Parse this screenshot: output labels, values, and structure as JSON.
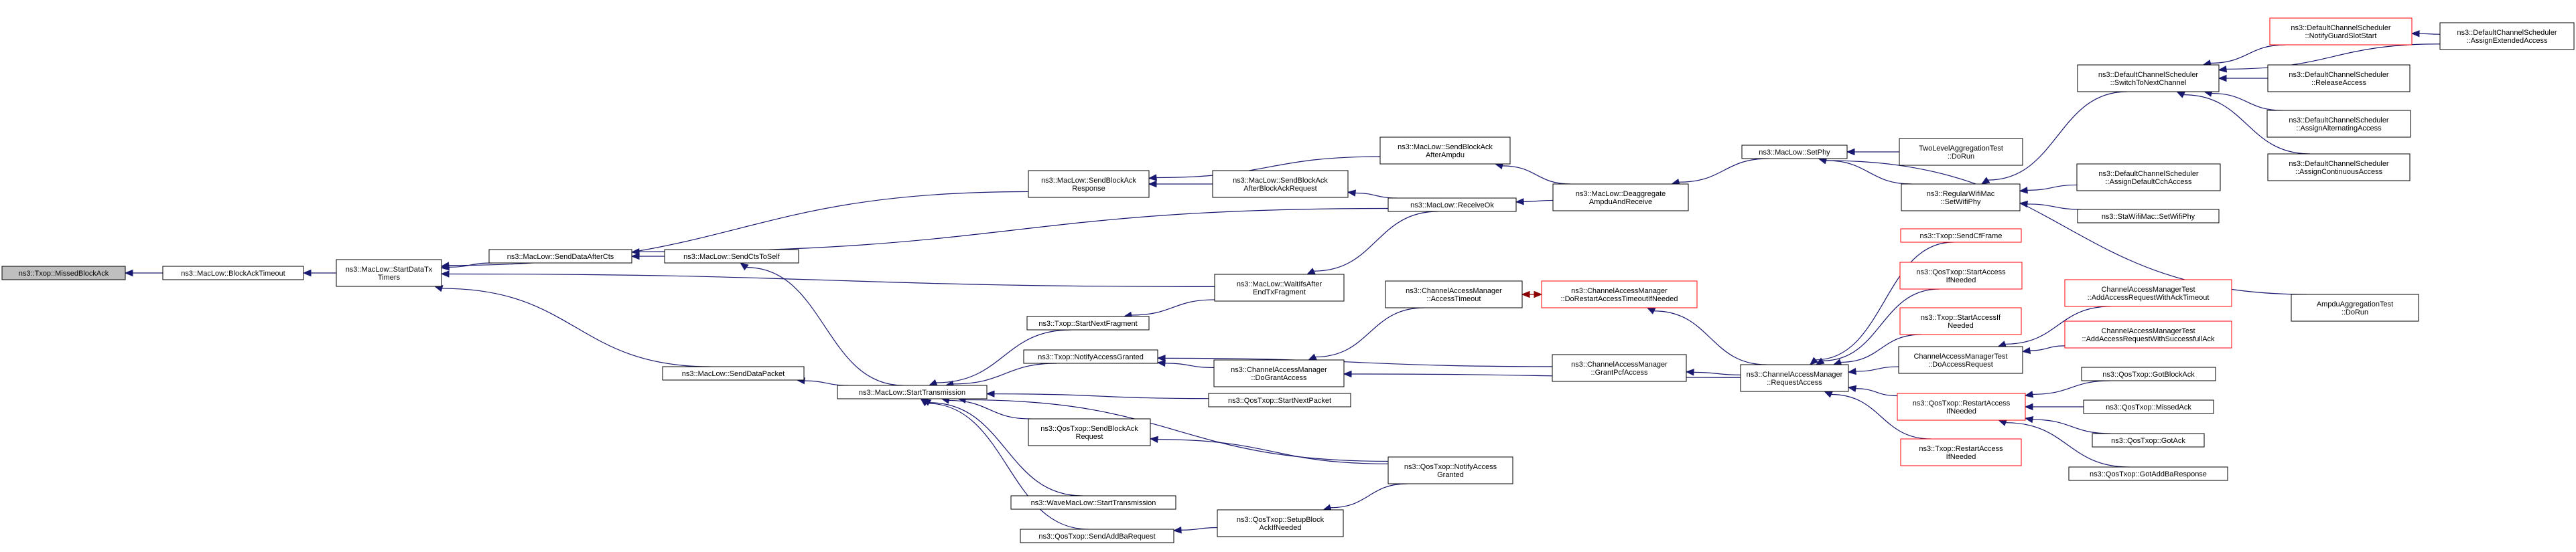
{
  "graph": {
    "colors": {
      "normal_border": "#000000",
      "missing_border": "#ff0000",
      "root_fill": "#bfbfbf",
      "node_fill": "#ffffff",
      "edge": "#191970",
      "edge_special": "#8b0000"
    },
    "nodes": [
      {
        "id": "n0",
        "lines": [
          "ns3::Txop::MissedBlockAck"
        ],
        "style": "root"
      },
      {
        "id": "n1",
        "lines": [
          "ns3::MacLow::BlockAckTimeout"
        ],
        "style": "normal"
      },
      {
        "id": "n2",
        "lines": [
          "ns3::MacLow::StartDataTx",
          "Timers"
        ],
        "style": "normal"
      },
      {
        "id": "n3",
        "lines": [
          "ns3::MacLow::SendBlockAck",
          "Response"
        ],
        "style": "normal"
      },
      {
        "id": "n4",
        "lines": [
          "ns3::MacLow::SendDataAfterCts"
        ],
        "style": "normal"
      },
      {
        "id": "n5",
        "lines": [
          "ns3::MacLow::SendCtsToSelf"
        ],
        "style": "normal"
      },
      {
        "id": "n6",
        "lines": [
          "ns3::MacLow::SendDataPacket"
        ],
        "style": "normal"
      },
      {
        "id": "n7",
        "lines": [
          "ns3::MacLow::StartTransmission"
        ],
        "style": "normal"
      },
      {
        "id": "n8",
        "lines": [
          "ns3::Txop::StartNextFragment"
        ],
        "style": "normal"
      },
      {
        "id": "n9",
        "lines": [
          "ns3::Txop::NotifyAccessGranted"
        ],
        "style": "normal"
      },
      {
        "id": "n10",
        "lines": [
          "ns3::QosTxop::SendBlockAck",
          "Request"
        ],
        "style": "normal"
      },
      {
        "id": "n11",
        "lines": [
          "ns3::WaveMacLow::StartTransmission"
        ],
        "style": "normal"
      },
      {
        "id": "n12",
        "lines": [
          "ns3::QosTxop::SendAddBaRequest"
        ],
        "style": "normal"
      },
      {
        "id": "n13",
        "lines": [
          "ns3::MacLow::SendBlockAck",
          "AfterBlockAckRequest"
        ],
        "style": "normal"
      },
      {
        "id": "n14",
        "lines": [
          "ns3::MacLow::SendBlockAck",
          "AfterAmpdu"
        ],
        "style": "normal"
      },
      {
        "id": "n15",
        "lines": [
          "ns3::MacLow::ReceiveOk"
        ],
        "style": "normal"
      },
      {
        "id": "n16",
        "lines": [
          "ns3::MacLow::WaitIfsAfter",
          "EndTxFragment"
        ],
        "style": "normal"
      },
      {
        "id": "n17",
        "lines": [
          "ns3::ChannelAccessManager",
          "::DoGrantAccess"
        ],
        "style": "normal"
      },
      {
        "id": "n18",
        "lines": [
          "ns3::QosTxop::StartNextPacket"
        ],
        "style": "normal"
      },
      {
        "id": "n19",
        "lines": [
          "ns3::QosTxop::NotifyAccess",
          "Granted"
        ],
        "style": "normal"
      },
      {
        "id": "n20",
        "lines": [
          "ns3::QosTxop::SetupBlock",
          "AckIfNeeded"
        ],
        "style": "normal"
      },
      {
        "id": "n21",
        "lines": [
          "ns3::MacLow::Deaggregate",
          "AmpduAndReceive"
        ],
        "style": "normal"
      },
      {
        "id": "n22",
        "lines": [
          "ns3::ChannelAccessManager",
          "::AccessTimeout"
        ],
        "style": "normal"
      },
      {
        "id": "n23",
        "lines": [
          "ns3::ChannelAccessManager",
          "::DoRestartAccessTimeoutIfNeeded"
        ],
        "style": "missing"
      },
      {
        "id": "n24",
        "lines": [
          "ns3::ChannelAccessManager",
          "::GrantPcfAccess"
        ],
        "style": "normal"
      },
      {
        "id": "n25",
        "lines": [
          "ns3::MacLow::SetPhy"
        ],
        "style": "normal"
      },
      {
        "id": "n26",
        "lines": [
          "ns3::ChannelAccessManager",
          "::RequestAccess"
        ],
        "style": "normal"
      },
      {
        "id": "n27",
        "lines": [
          "TwoLevelAggregationTest",
          "::DoRun"
        ],
        "style": "normal"
      },
      {
        "id": "n28",
        "lines": [
          "ns3::RegularWifiMac",
          "::SetWifiPhy"
        ],
        "style": "normal"
      },
      {
        "id": "n29",
        "lines": [
          "ns3::Txop::SendCfFrame"
        ],
        "style": "missing"
      },
      {
        "id": "n30",
        "lines": [
          "ns3::QosTxop::StartAccess",
          "IfNeeded"
        ],
        "style": "missing"
      },
      {
        "id": "n31",
        "lines": [
          "ns3::Txop::StartAccessIf",
          "Needed"
        ],
        "style": "missing"
      },
      {
        "id": "n32",
        "lines": [
          "ChannelAccessManagerTest",
          "::DoAccessRequest"
        ],
        "style": "normal"
      },
      {
        "id": "n33",
        "lines": [
          "ns3::QosTxop::RestartAccess",
          "IfNeeded"
        ],
        "style": "missing"
      },
      {
        "id": "n34",
        "lines": [
          "ns3::Txop::RestartAccess",
          "IfNeeded"
        ],
        "style": "missing"
      },
      {
        "id": "n35",
        "lines": [
          "ns3::DefaultChannelScheduler",
          "::SwitchToNextChannel"
        ],
        "style": "normal"
      },
      {
        "id": "n36",
        "lines": [
          "ns3::DefaultChannelScheduler",
          "::AssignDefaultCchAccess"
        ],
        "style": "normal"
      },
      {
        "id": "n37",
        "lines": [
          "ns3::StaWifiMac::SetWifiPhy"
        ],
        "style": "normal"
      },
      {
        "id": "n38",
        "lines": [
          "ChannelAccessManagerTest",
          "::AddAccessRequestWithAckTimeout"
        ],
        "style": "missing"
      },
      {
        "id": "n39",
        "lines": [
          "ChannelAccessManagerTest",
          "::AddAccessRequestWithSuccessfullAck"
        ],
        "style": "missing"
      },
      {
        "id": "n40",
        "lines": [
          "ns3::QosTxop::GotBlockAck"
        ],
        "style": "normal"
      },
      {
        "id": "n41",
        "lines": [
          "ns3::QosTxop::MissedAck"
        ],
        "style": "normal"
      },
      {
        "id": "n42",
        "lines": [
          "ns3::QosTxop::GotAck"
        ],
        "style": "normal"
      },
      {
        "id": "n43",
        "lines": [
          "ns3::QosTxop::GotAddBaResponse"
        ],
        "style": "normal"
      },
      {
        "id": "n44",
        "lines": [
          "ns3::DefaultChannelScheduler",
          "::NotifyGuardSlotStart"
        ],
        "style": "missing"
      },
      {
        "id": "n45",
        "lines": [
          "ns3::DefaultChannelScheduler",
          "::AssignExtendedAccess"
        ],
        "style": "normal"
      },
      {
        "id": "n46",
        "lines": [
          "ns3::DefaultChannelScheduler",
          "::ReleaseAccess"
        ],
        "style": "normal"
      },
      {
        "id": "n47",
        "lines": [
          "ns3::DefaultChannelScheduler",
          "::AssignAlternatingAccess"
        ],
        "style": "normal"
      },
      {
        "id": "n48",
        "lines": [
          "ns3::DefaultChannelScheduler",
          "::AssignContinuousAccess"
        ],
        "style": "normal"
      },
      {
        "id": "n49",
        "lines": [
          "AmpduAggregationTest",
          "::DoRun"
        ],
        "style": "normal"
      }
    ],
    "edges": [
      {
        "from": "n1",
        "to": "n0"
      },
      {
        "from": "n2",
        "to": "n1"
      },
      {
        "from": "n3",
        "to": "n2"
      },
      {
        "from": "n4",
        "to": "n2"
      },
      {
        "from": "n6",
        "to": "n2"
      },
      {
        "from": "n16",
        "to": "n2"
      },
      {
        "from": "n5",
        "to": "n4"
      },
      {
        "from": "n15",
        "to": "n4"
      },
      {
        "from": "n7",
        "to": "n5"
      },
      {
        "from": "n7",
        "to": "n6"
      },
      {
        "from": "n8",
        "to": "n7"
      },
      {
        "from": "n9",
        "to": "n7"
      },
      {
        "from": "n10",
        "to": "n7"
      },
      {
        "from": "n11",
        "to": "n7"
      },
      {
        "from": "n12",
        "to": "n7"
      },
      {
        "from": "n18",
        "to": "n7"
      },
      {
        "from": "n19",
        "to": "n7"
      },
      {
        "from": "n13",
        "to": "n3"
      },
      {
        "from": "n14",
        "to": "n3"
      },
      {
        "from": "n15",
        "to": "n13"
      },
      {
        "from": "n21",
        "to": "n14"
      },
      {
        "from": "n21",
        "to": "n15"
      },
      {
        "from": "n15",
        "to": "n16"
      },
      {
        "from": "n16",
        "to": "n8"
      },
      {
        "from": "n17",
        "to": "n9"
      },
      {
        "from": "n24",
        "to": "n9"
      },
      {
        "from": "n22",
        "to": "n17"
      },
      {
        "from": "n26",
        "to": "n17"
      },
      {
        "from": "n23",
        "to": "n22",
        "special": true
      },
      {
        "from": "n26",
        "to": "n23"
      },
      {
        "from": "n26",
        "to": "n24"
      },
      {
        "from": "n19",
        "to": "n10"
      },
      {
        "from": "n20",
        "to": "n12"
      },
      {
        "from": "n19",
        "to": "n20"
      },
      {
        "from": "n25",
        "to": "n21"
      },
      {
        "from": "n27",
        "to": "n25"
      },
      {
        "from": "n28",
        "to": "n25"
      },
      {
        "from": "n49",
        "to": "n25"
      },
      {
        "from": "n35",
        "to": "n28"
      },
      {
        "from": "n36",
        "to": "n28"
      },
      {
        "from": "n37",
        "to": "n28"
      },
      {
        "from": "n29",
        "to": "n26"
      },
      {
        "from": "n30",
        "to": "n26"
      },
      {
        "from": "n31",
        "to": "n26"
      },
      {
        "from": "n32",
        "to": "n26"
      },
      {
        "from": "n33",
        "to": "n26"
      },
      {
        "from": "n34",
        "to": "n26"
      },
      {
        "from": "n38",
        "to": "n32"
      },
      {
        "from": "n39",
        "to": "n32"
      },
      {
        "from": "n40",
        "to": "n33"
      },
      {
        "from": "n41",
        "to": "n33"
      },
      {
        "from": "n42",
        "to": "n33"
      },
      {
        "from": "n43",
        "to": "n33"
      },
      {
        "from": "n44",
        "to": "n35"
      },
      {
        "from": "n45",
        "to": "n35"
      },
      {
        "from": "n46",
        "to": "n35"
      },
      {
        "from": "n47",
        "to": "n35"
      },
      {
        "from": "n48",
        "to": "n35"
      },
      {
        "from": "n45",
        "to": "n44"
      }
    ]
  }
}
